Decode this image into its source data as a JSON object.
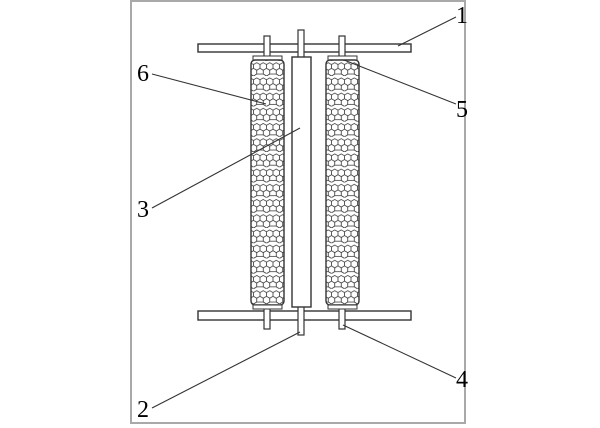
{
  "diagram": {
    "callouts": [
      {
        "id": "1",
        "label": "1"
      },
      {
        "id": "2",
        "label": "2"
      },
      {
        "id": "3",
        "label": "3"
      },
      {
        "id": "4",
        "label": "4"
      },
      {
        "id": "5",
        "label": "5"
      },
      {
        "id": "6",
        "label": "6"
      }
    ],
    "colors": {
      "stroke": "#333333",
      "frame": "#a9a9a9",
      "background": "#ffffff"
    }
  }
}
